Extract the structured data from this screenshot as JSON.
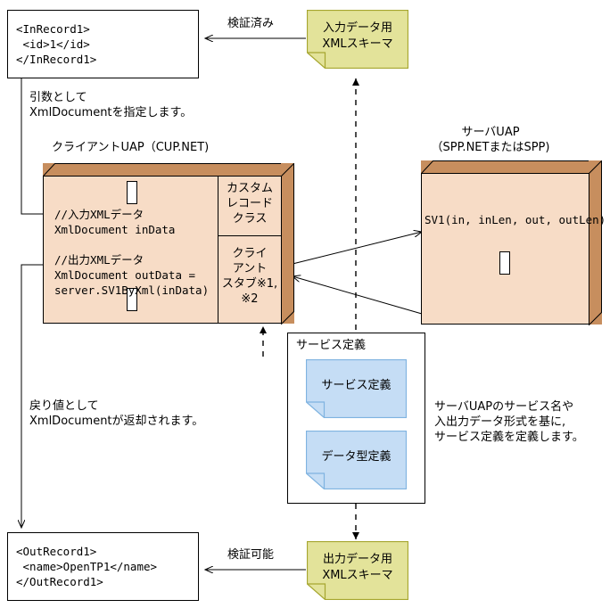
{
  "diagram": {
    "in_record": {
      "name": "in-record-sample",
      "lines": "<InRecord1>\n <id>1</id>\n</InRecord1>"
    },
    "out_record": {
      "name": "out-record-sample",
      "lines": "<OutRecord1>\n <name>OpenTP1</name>\n</OutRecord1>"
    },
    "input_schema_note": {
      "line1": "入力データ用",
      "line2": "XMLスキーマ"
    },
    "output_schema_note": {
      "line1": "出力データ用",
      "line2": "XMLスキーマ"
    },
    "client_uap": {
      "title": "クライアントUAP（CUP.NET)",
      "code": "//入力XMLデータ\nXmlDocument inData\n\n//出力XMLデータ\nXmlDocument outData =\nserver.SV1ByXml(inData)",
      "custom_record_class": "カスタム\nレコード\nクラス",
      "client_stub": "クライ\nアント\nスタブ※1,\n※2"
    },
    "server_uap": {
      "title_line1": "サーバUAP",
      "title_line2": "（SPP.NETまたはSPP)",
      "signature": "SV1(in, inLen, out, outLen)"
    },
    "service_definition": {
      "container_title": "サービス定義",
      "note1": "サービス定義",
      "note2": "データ型定義",
      "description": "サーバUAPのサービス名や\n入出力データ形式を基に,\nサービス定義を定義します。"
    },
    "annotations": {
      "validated": "検証済み",
      "validatable": "検証可能",
      "argument_note": "引数として\nXmlDocumentを指定します。",
      "return_note": "戻り値として\nXmlDocumentが返却されます。"
    },
    "colors": {
      "box_front": "#f7dcc6",
      "box_side": "#c78e5e",
      "note_yellow_fill": "#e3e39a",
      "note_yellow_border": "#a6a630",
      "note_blue_fill": "#c5ddf5",
      "note_blue_border": "#7fb3e0",
      "line": "#000000"
    }
  }
}
